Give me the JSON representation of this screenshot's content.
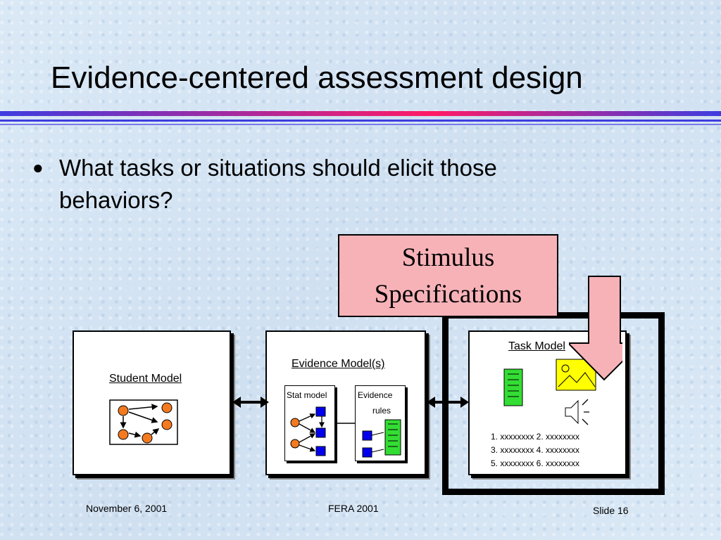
{
  "slide": {
    "title": "Evidence-centered assessment design",
    "bullet": "What tasks or situations should elicit those behaviors?",
    "callout": "Stimulus Specifications"
  },
  "diagram": {
    "student_model": {
      "title": "Student Model"
    },
    "evidence_model": {
      "title": "Evidence Model(s)",
      "stat_model_label": "Stat model",
      "evidence_rules_label_1": "Evidence",
      "evidence_rules_label_2": "rules"
    },
    "task_model": {
      "title": "Task Model",
      "list_rows": [
        "1. xxxxxxxx   2. xxxxxxxx",
        "3. xxxxxxxx   4. xxxxxxxx",
        "5. xxxxxxxx   6. xxxxxxxx"
      ]
    }
  },
  "footer": {
    "date": "November 6, 2001",
    "center": "FERA 2001",
    "slide_number": "Slide 16"
  },
  "colors": {
    "callout_fill": "#f7b2b8",
    "node_orange": "#f47a20",
    "node_blue": "#0000ee",
    "doc_green": "#33dd33",
    "image_yellow": "#ffff00",
    "title_rule": "#3d3de0"
  }
}
